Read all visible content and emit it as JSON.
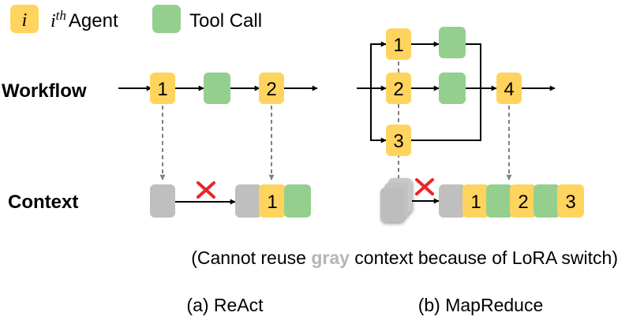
{
  "legend": {
    "agent_symbol": "i",
    "agent_superscript": "th",
    "agent_text": "Agent",
    "tool_text": "Tool Call"
  },
  "rows": {
    "workflow": "Workflow",
    "context": "Context"
  },
  "react": {
    "nodes": [
      "1",
      "2"
    ],
    "context_nodes": [
      "1"
    ]
  },
  "mapreduce": {
    "nodes": [
      "1",
      "2",
      "3",
      "4"
    ],
    "context_nodes": [
      "1",
      "2",
      "3"
    ]
  },
  "note": {
    "prefix": "(Cannot reuse ",
    "highlight": "gray",
    "suffix": " context because of LoRA switch)"
  },
  "captions": {
    "react": "(a) ReAct",
    "mapreduce": "(b) MapReduce"
  },
  "colors": {
    "agent": "#FFD45E",
    "tool": "#95CF8E",
    "gray": "#BFBFBF",
    "cross": "#E8262B",
    "line": "#000000",
    "dashed": "#808080",
    "highlight_text": "#B5B5B5"
  },
  "icons": {
    "cross": "x-mark-icon"
  }
}
